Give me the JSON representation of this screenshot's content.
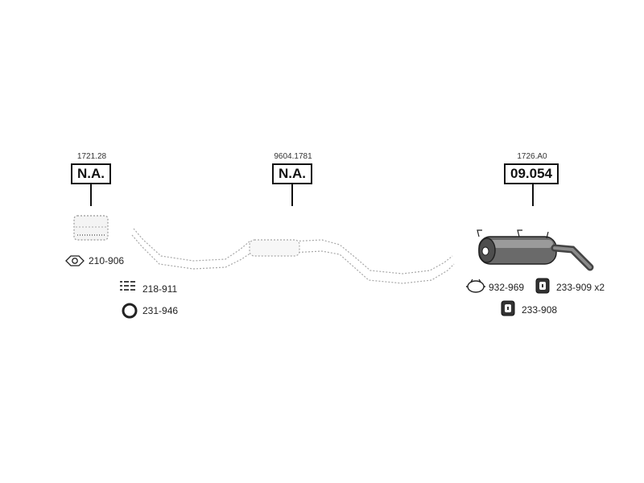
{
  "sections": [
    {
      "ref": "1721.28",
      "code": "N.A.",
      "part": "front-pipe"
    },
    {
      "ref": "9604.1781",
      "code": "N.A.",
      "part": "middle-pipe"
    },
    {
      "ref": "1726.A0",
      "code": "09.054",
      "part": "rear-silencer"
    }
  ],
  "accessories_left": [
    {
      "number": "210-906",
      "icon": "gasket-icon"
    },
    {
      "number": "218-911",
      "icon": "bolt-kit-icon"
    },
    {
      "number": "231-946",
      "icon": "sealing-ring-icon"
    }
  ],
  "accessories_right": [
    {
      "number": "932-969",
      "icon": "clamp-icon"
    },
    {
      "number": "233-909 x2",
      "icon": "rubber-mount-icon"
    },
    {
      "number": "233-908",
      "icon": "rubber-mount-icon"
    }
  ]
}
